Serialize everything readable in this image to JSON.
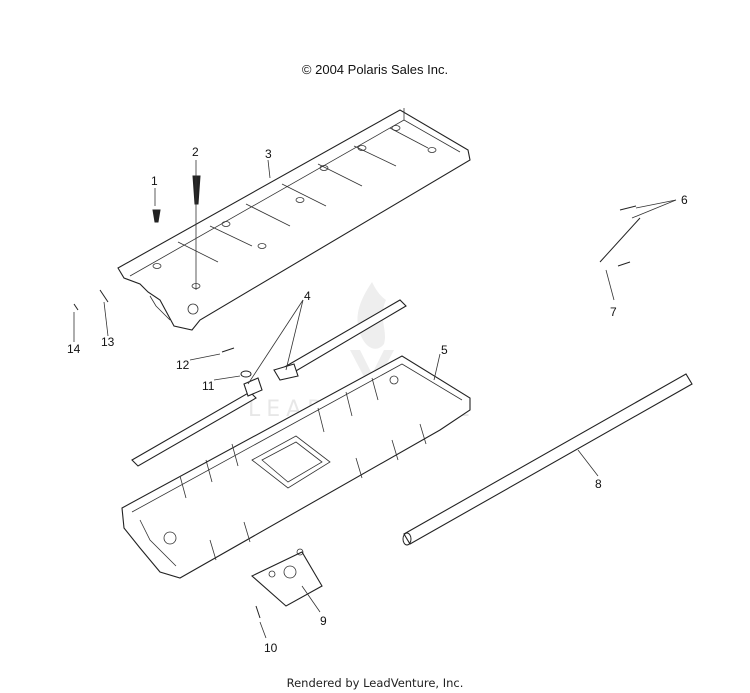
{
  "header": {
    "copyright": "© 2004 Polaris Sales Inc."
  },
  "footer": {
    "rendered_by": "Rendered by LeadVenture, Inc."
  },
  "watermark": {
    "text": "LEADVENTURE"
  },
  "callouts": {
    "c1": "1",
    "c2": "2",
    "c3": "3",
    "c4": "4",
    "c5": "5",
    "c6": "6",
    "c7": "7",
    "c8": "8",
    "c9": "9",
    "c10": "10",
    "c11": "11",
    "c12": "12",
    "c13": "13",
    "c14": "14"
  }
}
